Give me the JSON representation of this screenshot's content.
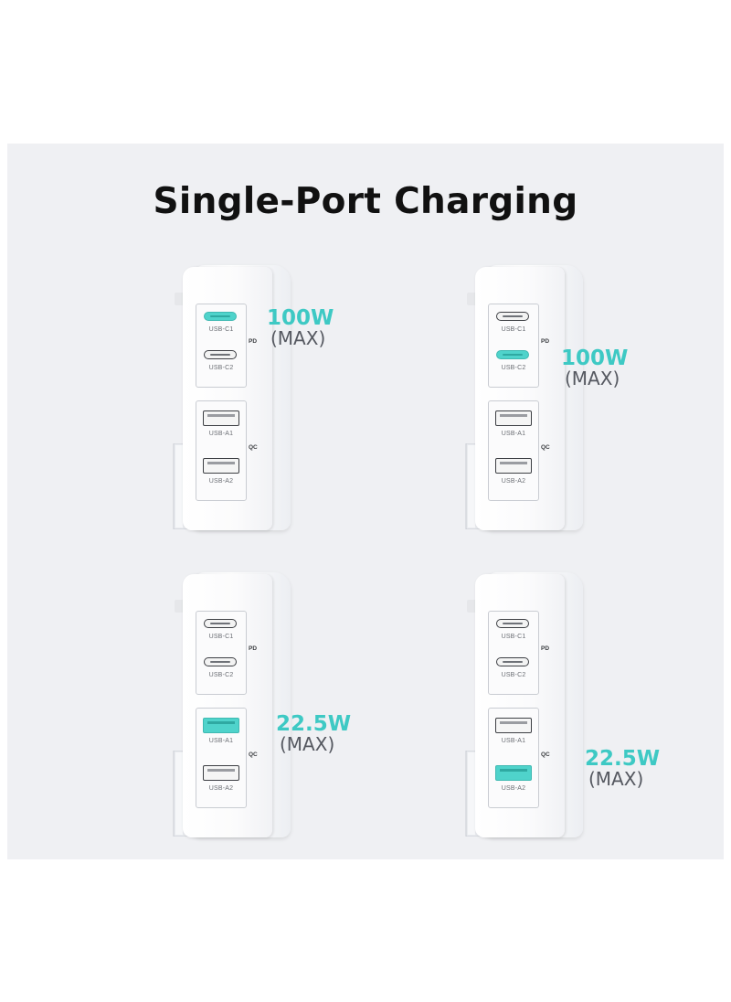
{
  "title": "Single-Port Charging",
  "ports": {
    "c1": "USB-C1",
    "c2": "USB-C2",
    "a1": "USB-A1",
    "a2": "USB-A2",
    "pd": "PD",
    "qc": "QC"
  },
  "units": [
    {
      "active_port": "USB-C1",
      "power": "100W",
      "max": "(MAX)"
    },
    {
      "active_port": "USB-C2",
      "power": "100W",
      "max": "(MAX)"
    },
    {
      "active_port": "USB-A1",
      "power": "22.5W",
      "max": "(MAX)"
    },
    {
      "active_port": "USB-A2",
      "power": "22.5W",
      "max": "(MAX)"
    }
  ],
  "colors": {
    "accent": "#3ec9c4",
    "active_port": "#4fd3cb",
    "background_panel": "#eff0f3",
    "title": "#111111"
  }
}
